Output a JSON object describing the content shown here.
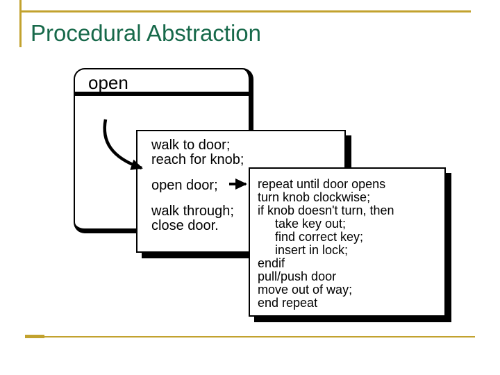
{
  "slide": {
    "title": "Procedural Abstraction",
    "colors": {
      "accent_gold": "#C2A22E",
      "title_green": "#17694A",
      "diagram_ink": "#000000",
      "background": "#FFFFFF"
    }
  },
  "diagram": {
    "open_box": {
      "label": "open"
    },
    "procedure_box": {
      "lines": [
        "walk to door;",
        "reach for knob;",
        "open door;",
        "walk through;",
        "close door."
      ]
    },
    "detail_box": {
      "lines": [
        "repeat until door opens",
        "turn knob clockwise;",
        "if knob doesn't turn, then",
        "take key out;",
        "find correct key;",
        "insert in lock;",
        "endif",
        "pull/push door",
        "move out of way;",
        "end repeat"
      ]
    },
    "icons": {
      "curved_arrow": "curved-arrow-icon",
      "straight_arrow": "right-arrow-icon"
    }
  }
}
